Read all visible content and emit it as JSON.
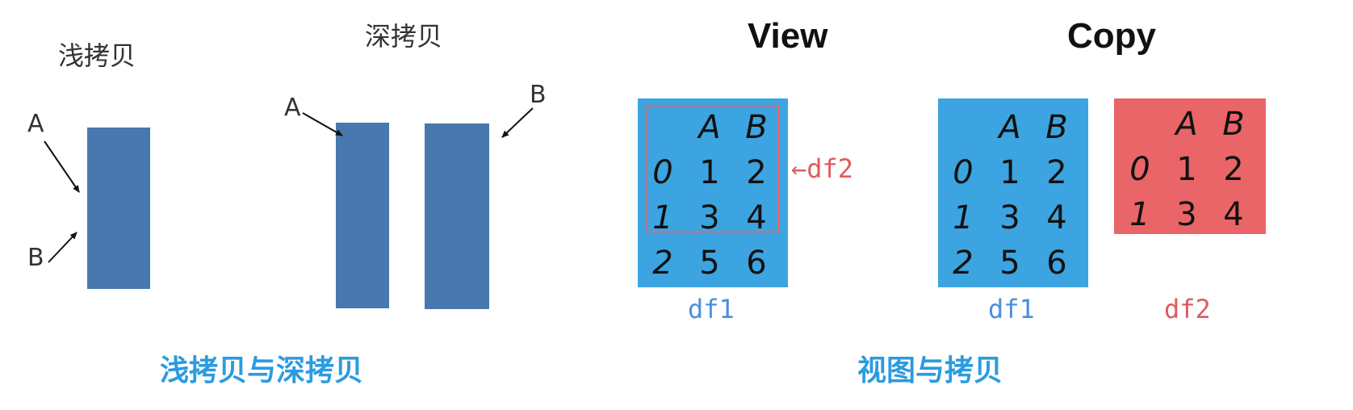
{
  "left": {
    "shallow_label": "浅拷贝",
    "deep_label": "深拷贝",
    "pointer_a": "A",
    "pointer_b": "B",
    "bar_color": "#4878ad",
    "caption": "浅拷贝与深拷贝"
  },
  "right": {
    "view_title": "View",
    "copy_title": "Copy",
    "df1_label": "df1",
    "df2_label": "df2",
    "df2_arrow": "←df2",
    "caption": "视图与拷贝",
    "blue_color": "#3ca4e0",
    "red_color": "#ea6567",
    "text_blue": "#4a8fe0",
    "text_red": "#e05a5e",
    "table_header": [
      "",
      "A",
      "B"
    ],
    "df1_rows": [
      [
        "0",
        "1",
        "2"
      ],
      [
        "1",
        "3",
        "4"
      ],
      [
        "2",
        "5",
        "6"
      ]
    ],
    "df2_rows": [
      [
        "0",
        "1",
        "2"
      ],
      [
        "1",
        "3",
        "4"
      ]
    ]
  }
}
